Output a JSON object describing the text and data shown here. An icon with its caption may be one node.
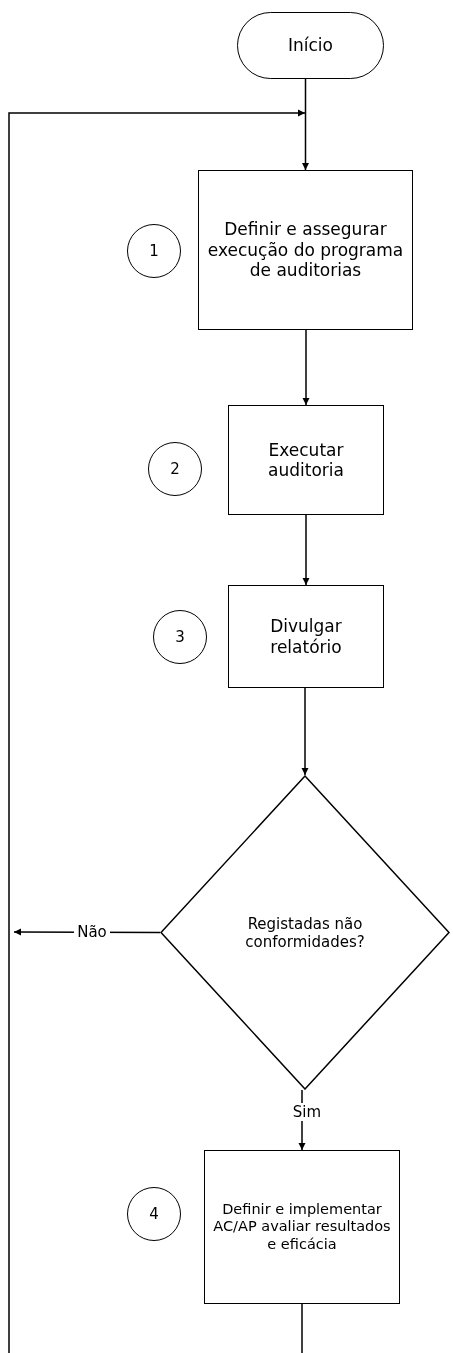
{
  "diagram": {
    "nodes": [
      {
        "text": [
          "Início"
        ]
      },
      {
        "text": [
          "1"
        ]
      },
      {
        "text": [
          "Definir e assegurar execução do programa de auditorias"
        ]
      },
      {
        "text": [
          "2"
        ]
      },
      {
        "text": [
          "Executar auditoria"
        ]
      },
      {
        "text": [
          "3"
        ]
      },
      {
        "text": [
          "Divulgar relatório"
        ]
      },
      {
        "text": [
          "Registadas não conformidades?"
        ]
      },
      {
        "text": [
          "4"
        ]
      },
      {
        "text": [
          "Definir e implementar AC/AP avaliar resultados e eficácia"
        ]
      }
    ],
    "edges": [
      {
        "from": 0,
        "to": 2,
        "arrow": "to"
      },
      {
        "from": 2,
        "to": 4,
        "arrow": "to"
      },
      {
        "from": 4,
        "to": 6,
        "arrow": "to"
      },
      {
        "from": 6,
        "to": 7,
        "arrow": "to"
      },
      {
        "from": 7,
        "to": null,
        "label": "Não",
        "arrow": "to"
      },
      {
        "from": 7,
        "to": 9,
        "label": "Sim",
        "arrow": "to"
      },
      {
        "from": 9,
        "to": null,
        "arrow": "none"
      },
      {
        "from": null,
        "to": 2,
        "arrow": "to"
      }
    ]
  }
}
